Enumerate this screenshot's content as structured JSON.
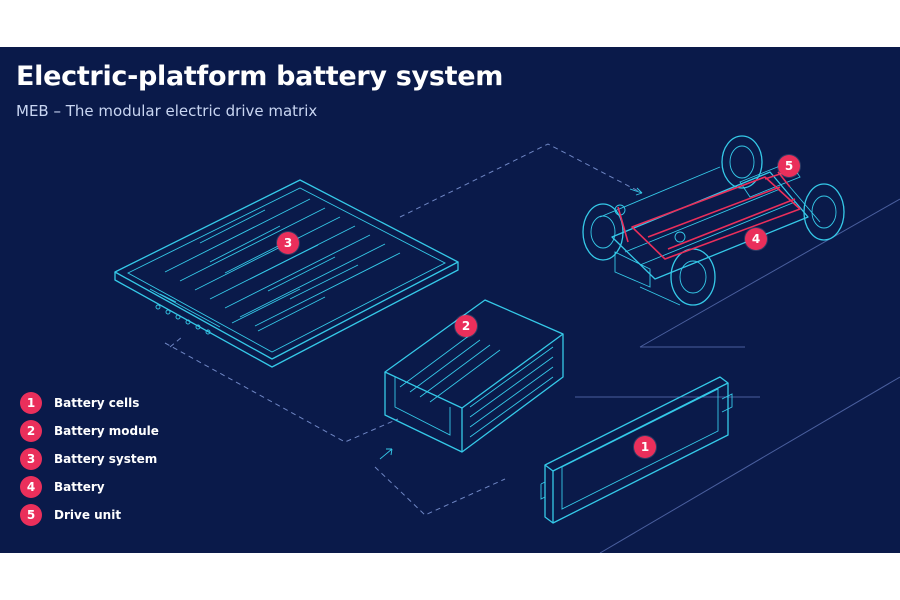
{
  "header": {
    "title": "Electric-platform battery system",
    "subtitle": "MEB – The modular electric drive matrix"
  },
  "legend": [
    {
      "number": "1",
      "label": "Battery cells"
    },
    {
      "number": "2",
      "label": "Battery module"
    },
    {
      "number": "3",
      "label": "Battery system"
    },
    {
      "number": "4",
      "label": "Battery"
    },
    {
      "number": "5",
      "label": "Drive unit"
    }
  ],
  "markers": {
    "cell": "1",
    "module": "2",
    "system": "3",
    "battery": "4",
    "drive_unit": "5"
  },
  "colors": {
    "background": "#0a1a4a",
    "line": "#35c9e8",
    "accent": "#ea2f5b",
    "text": "#ffffff"
  }
}
